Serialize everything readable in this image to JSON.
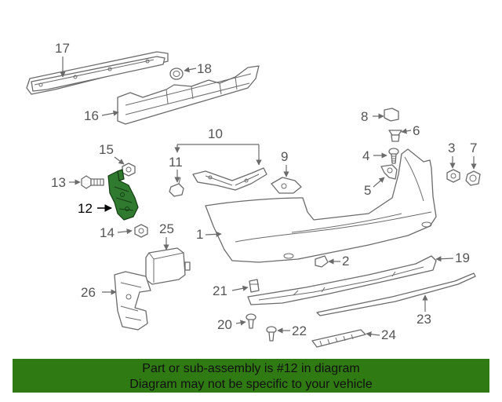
{
  "callouts": [
    {
      "id": "1",
      "text": "1"
    },
    {
      "id": "2",
      "text": "2"
    },
    {
      "id": "3",
      "text": "3"
    },
    {
      "id": "4",
      "text": "4"
    },
    {
      "id": "5",
      "text": "5"
    },
    {
      "id": "6",
      "text": "6"
    },
    {
      "id": "7",
      "text": "7"
    },
    {
      "id": "8",
      "text": "8"
    },
    {
      "id": "9",
      "text": "9"
    },
    {
      "id": "10",
      "text": "10"
    },
    {
      "id": "11",
      "text": "11"
    },
    {
      "id": "12",
      "text": "12"
    },
    {
      "id": "13",
      "text": "13"
    },
    {
      "id": "14",
      "text": "14"
    },
    {
      "id": "15",
      "text": "15"
    },
    {
      "id": "16",
      "text": "16"
    },
    {
      "id": "17",
      "text": "17"
    },
    {
      "id": "18",
      "text": "18"
    },
    {
      "id": "19",
      "text": "19"
    },
    {
      "id": "20",
      "text": "20"
    },
    {
      "id": "21",
      "text": "21"
    },
    {
      "id": "22",
      "text": "22"
    },
    {
      "id": "23",
      "text": "23"
    },
    {
      "id": "24",
      "text": "24"
    },
    {
      "id": "25",
      "text": "25"
    },
    {
      "id": "26",
      "text": "26"
    }
  ],
  "highlight_part": "12",
  "banner": {
    "line1": "Part or sub-assembly is #12 in diagram",
    "line2": "Diagram may not be specific to your vehicle"
  },
  "colors": {
    "highlight_part": "#2f7a2f",
    "banner_background": "#2f7a12",
    "line_art": "#6b6b6b"
  }
}
